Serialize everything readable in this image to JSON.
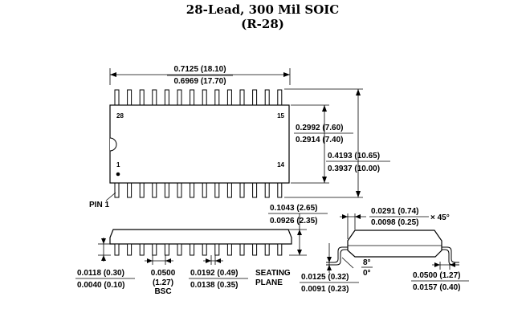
{
  "title": {
    "line1": "28-Lead, 300 Mil SOIC",
    "line2": "(R-28)"
  },
  "top_view": {
    "length_max": "0.7125 (18.10)",
    "length_min": "0.6969 (17.70)",
    "body_width_max": "0.2992 (7.60)",
    "body_width_min": "0.2914 (7.40)",
    "total_width_max": "0.4193 (10.65)",
    "total_width_min": "0.3937 (10.00)",
    "pin_28": "28",
    "pin_15": "15",
    "pin_1": "1",
    "pin_14": "14",
    "pin1_label": "PIN 1"
  },
  "side_view": {
    "standoff_max": "0.0118 (0.30)",
    "standoff_min": "0.0040 (0.10)",
    "pitch_in": "0.0500",
    "pitch_mm": "(1.27)",
    "pitch_note": "BSC",
    "lead_width_max": "0.0192 (0.49)",
    "lead_width_min": "0.0138 (0.35)",
    "seating_label_1": "SEATING",
    "seating_label_2": "PLANE",
    "height_max": "0.1043 (2.65)",
    "height_min": "0.0926 (2.35)"
  },
  "end_view": {
    "chamfer_max": "0.0291 (0.74)",
    "chamfer_min": "0.0098 (0.25)",
    "chamfer_angle": "× 45°",
    "angle_max": "8°",
    "angle_min": "0°",
    "lead_thickness_max": "0.0125 (0.32)",
    "lead_thickness_min": "0.0091 (0.23)",
    "foot_length_max": "0.0500 (1.27)",
    "foot_length_min": "0.0157 (0.40)"
  }
}
